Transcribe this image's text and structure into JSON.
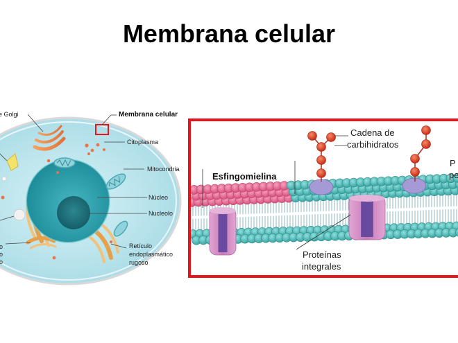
{
  "title": "Membrana celular",
  "cell_labels": {
    "golgi": "e Golgi",
    "membrane": "Membrana celular",
    "cytoplasm": "Citoplasma",
    "mitochondria": "Mitocondria",
    "nucleus": "Núcleo",
    "nucleolus": "Nucleolo",
    "rer_line1": "Retículo",
    "rer_line2": "endoplasmático",
    "rer_line3": "rugoso",
    "left_o1": "o",
    "left_o2": "o",
    "left_o3": "o"
  },
  "membrane_labels": {
    "carb_line1": "Cadena de",
    "carb_line2": "carbihidratos",
    "sphingo": "Esfingomielina",
    "prot_line1": "Proteínas",
    "prot_line2": "integrales",
    "cut1": "P",
    "cut2": "pe"
  },
  "colors": {
    "highlight_red": "#e8141b",
    "lipid_head_teal": "#5bc2c0",
    "lipid_head_pink": "#ec6a92",
    "protein_pink": "#d58bc4",
    "protein_purple": "#6a4a9e",
    "carb_red": "#e03a1f",
    "cytoplasm": "#bfe7ef",
    "nucleus": "#1e9aa6"
  }
}
